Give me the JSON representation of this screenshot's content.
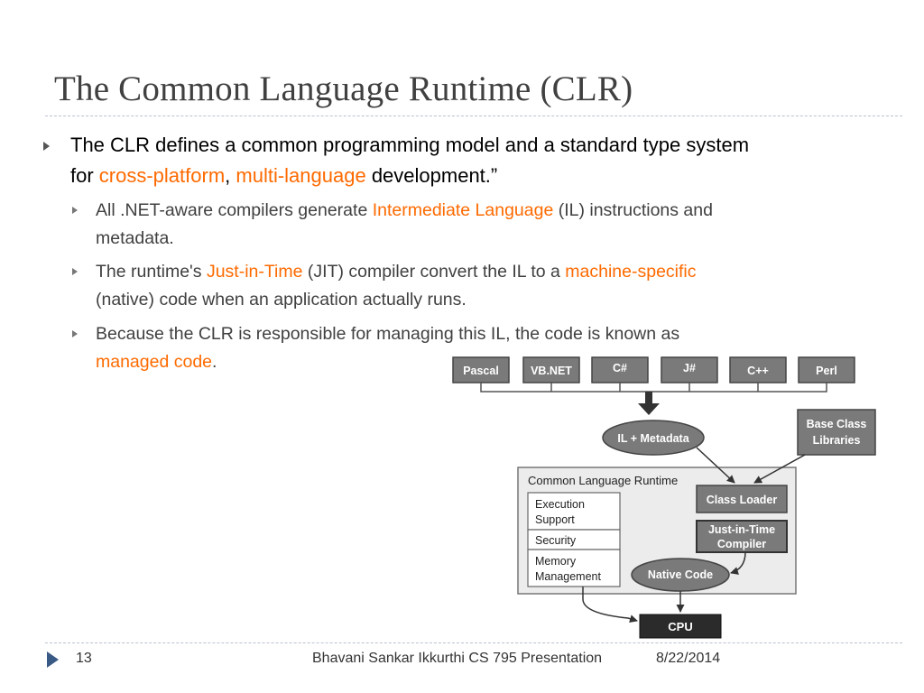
{
  "slide": {
    "title": "The Common Language Runtime (CLR)"
  },
  "bullets": {
    "main": {
      "line1": "The CLR defines a common programming model and a standard type system",
      "line2_prefix": "for ",
      "line2_hl1": "cross-platform",
      "line2_sep": ", ",
      "line2_hl2": "multi-language",
      "line2_suffix": " development.”"
    },
    "sub1": {
      "prefix": "All .NET-aware compilers generate ",
      "highlight": "Intermediate Language",
      "suffix": " (IL) instructions and",
      "line2": "metadata."
    },
    "sub2": {
      "prefix": "The runtime's ",
      "highlight1": "Just-in-Time",
      "middle": " (JIT) compiler convert the IL to a ",
      "highlight2": "machine-specific",
      "line2": "(native) code when an application actually runs."
    },
    "sub3": {
      "line1": "Because the CLR is responsible for managing this IL, the code is known as",
      "highlight": "managed code",
      "suffix": "."
    }
  },
  "diagram": {
    "languages": [
      "Pascal",
      "VB.NET",
      "C#",
      "J#",
      "C++",
      "Perl"
    ],
    "il_metadata": "IL + Metadata",
    "base_class_line1": "Base Class",
    "base_class_line2": "Libraries",
    "clr_label": "Common Language Runtime",
    "exec_line1": "Execution",
    "exec_line2": "Support",
    "security": "Security",
    "memory_line1": "Memory",
    "memory_line2": "Management",
    "class_loader": "Class Loader",
    "jit_line1": "Just-in-Time",
    "jit_line2": "Compiler",
    "native_code": "Native Code",
    "cpu": "CPU"
  },
  "footer": {
    "page_number": "13",
    "presenter": "Bhavani Sankar Ikkurthi CS 795 Presentation",
    "date": "8/22/2014"
  },
  "colors": {
    "highlight": "#ff6a00",
    "title": "#404040",
    "box_fill": "#7a7a7a",
    "dark_box": "#2b2b2b",
    "footer_arrow": "#3a5a86"
  }
}
